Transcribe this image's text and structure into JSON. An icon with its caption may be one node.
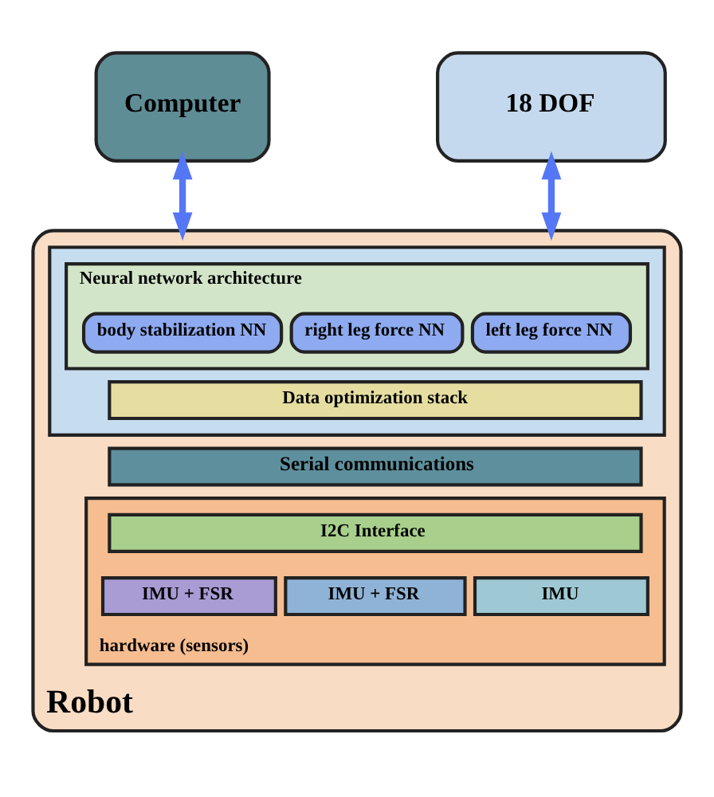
{
  "diagram": {
    "nodes": [
      {
        "text": [
          "Computer"
        ]
      },
      {
        "text": [
          "18 DOF"
        ]
      },
      {
        "text": [
          "Robot"
        ]
      },
      {
        "text": [],
        "shape": "box",
        "in": 2
      },
      {
        "text": [
          "Neural network architecture"
        ],
        "in": 3
      },
      {
        "text": [
          "body stabilization NN"
        ],
        "in": 4
      },
      {
        "text": [
          "right leg force NN"
        ],
        "in": 4
      },
      {
        "text": [
          "left leg force NN"
        ],
        "in": 4
      },
      {
        "text": [
          "Data optimization stack"
        ],
        "in": 3
      },
      {
        "text": [
          "Serial communications"
        ],
        "in": 2
      },
      {
        "text": [
          "hardware (sensors)"
        ],
        "in": 2
      },
      {
        "text": [
          "I2C Interface"
        ],
        "in": 10
      },
      {
        "text": [
          "IMU + FSR"
        ],
        "in": 10
      },
      {
        "text": [
          "IMU + FSR"
        ],
        "in": 10
      },
      {
        "text": [
          "IMU"
        ],
        "in": 10
      }
    ],
    "edges": [
      {
        "from": 0,
        "to": 2,
        "arrow": "both"
      },
      {
        "from": 1,
        "to": 2,
        "arrow": "both"
      }
    ]
  }
}
